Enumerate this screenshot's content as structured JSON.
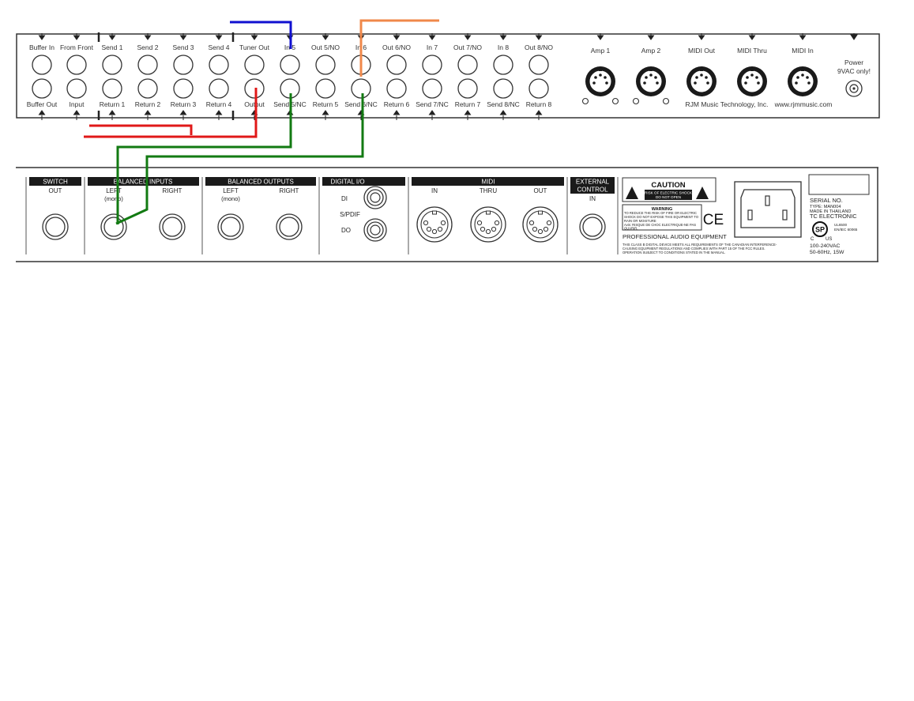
{
  "top_unit": {
    "top_labels": [
      "Buffer In",
      "From Front",
      "Send 1",
      "Send 2",
      "Send 3",
      "Send 4",
      "Tuner Out",
      "In 5",
      "Out 5/NO",
      "In 6",
      "Out 6/NO",
      "In 7",
      "Out 7/NO",
      "In 8",
      "Out 8/NO"
    ],
    "bottom_labels": [
      "Buffer Out",
      "Input",
      "Return 1",
      "Return 2",
      "Return 3",
      "Return 4",
      "Output",
      "Send 5/NC",
      "Return 5",
      "Send 6/NC",
      "Return 6",
      "Send 7/NC",
      "Return 7",
      "Send 8/NC",
      "Return 8"
    ],
    "din_labels": [
      "Amp 1",
      "Amp 2",
      "MIDI Out",
      "MIDI Thru",
      "MIDI In"
    ],
    "power_label_1": "Power",
    "power_label_2": "9VAC only!",
    "company": "RJM Music Technology, Inc.",
    "website": "www.rjmmusic.com"
  },
  "bottom_unit": {
    "switch": {
      "header": "SWITCH",
      "out": "OUT"
    },
    "balanced_inputs": {
      "header": "BALANCED INPUTS",
      "left": "LEFT",
      "mono": "(mono)",
      "right": "RIGHT"
    },
    "balanced_outputs": {
      "header": "BALANCED OUTPUTS",
      "left": "LEFT",
      "mono": "(mono)",
      "right": "RIGHT"
    },
    "digital_io": {
      "header": "DIGITAL I/O",
      "di": "DI",
      "spdif": "S/PDIF",
      "do": "DO"
    },
    "midi": {
      "header": "MIDI",
      "in": "IN",
      "thru": "THRU",
      "out": "OUT"
    },
    "external_control": {
      "header_1": "EXTERNAL",
      "header_2": "CONTROL",
      "in": "IN"
    },
    "caution": {
      "title": "CAUTION",
      "sub_1": "RISK OF ELECTRIC SHOCK",
      "sub_2": "DO NOT OPEN",
      "warning_title": "WARNING",
      "warning_1": "TO REDUCE THE RISK OF FIRE OR ELECTRIC",
      "warning_2": "SHOCK DO NOT EXPOSE THIS EQUIPMENT TO",
      "warning_3": "RAIN OR MOISTURE",
      "avis_1": "Avis:  RISQUE DE CHOC ELECTRIQUE-NE PAS",
      "avis_2": "OUVRIR."
    },
    "ce": "CE",
    "pro_audio": "PROFESSIONAL AUDIO EQUIPMENT",
    "fcc_1": "THIS CLASS B DIGITAL DEVICE MEETS ALL REQUIREMENTS OF THE CANADIAN INTERFERENCE-",
    "fcc_2": "CAUSING EQUIPMENT REGULATIONS AND COMPLIES WITH PART 15 OF THE FCC RULES.",
    "fcc_3": "OPERATION SUBJECT TO CONDITIONS STATED IN THE MANUAL.",
    "serial": "SERIAL NO.",
    "type": "TYPE: MAN004",
    "made_in": "MADE IN THAILAND",
    "brand": "TC ELECTRONIC",
    "csa": "SP",
    "csa_c": "C",
    "csa_us": "US",
    "ul": "UL6500",
    "en": "EN/IEC 60065",
    "voltage": "100-240VAC",
    "freq": "50-60Hz, 15W"
  },
  "colors": {
    "panel_line": "#333333",
    "blue_wire": "#1010d0",
    "orange_wire": "#f0884a",
    "red_wire": "#e01818",
    "green_wire": "#127a12"
  }
}
